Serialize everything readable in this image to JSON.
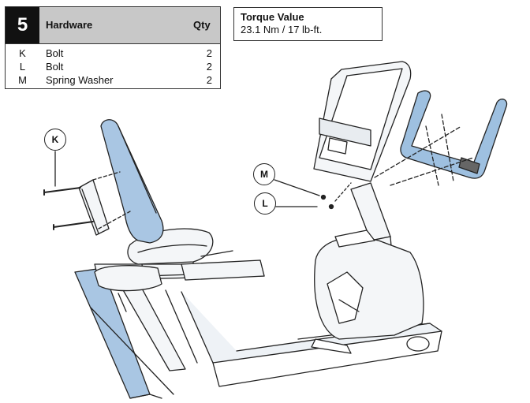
{
  "step": {
    "number": "5"
  },
  "hardware_table": {
    "header_hardware": "Hardware",
    "header_qty": "Qty",
    "rows": [
      {
        "code": "K",
        "name": "Bolt",
        "qty": "2"
      },
      {
        "code": "L",
        "name": "Bolt",
        "qty": "2"
      },
      {
        "code": "M",
        "name": "Spring Washer",
        "qty": "2"
      }
    ]
  },
  "torque": {
    "title": "Torque Value",
    "value": "23.1 Nm / 17 lb-ft."
  },
  "callouts": {
    "k": "K",
    "m": "M",
    "l": "L"
  },
  "colors": {
    "seat_back_blue": "#a9c6e3",
    "handlebar_blue": "#9ec0e0",
    "frame_blue": "#a9c6e3",
    "line": "#222222"
  }
}
